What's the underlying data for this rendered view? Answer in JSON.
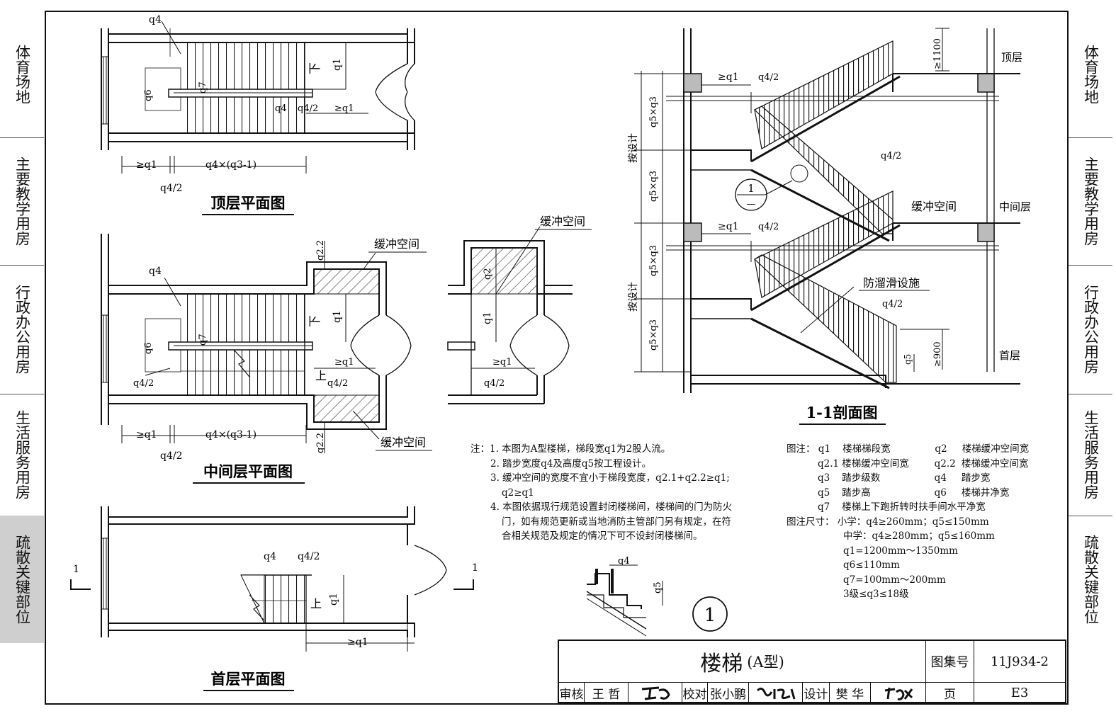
{
  "side_tabs": {
    "left": [
      "体育场地",
      "主要教学用房",
      "行政办公用房",
      "生活服务用房",
      "疏散关键部位"
    ],
    "right": [
      "体育场地",
      "主要教学用房",
      "行政办公用房",
      "生活服务用房",
      "疏散关键部位"
    ],
    "active_index": 4
  },
  "plan_top": {
    "title": "顶层平面图",
    "labels": {
      "q4": "q4",
      "q6": "q6",
      "q7": "q7",
      "down": "下",
      "q1": "q1",
      "q4b": "q4",
      "q4half": "q4/2",
      "ge_q1": "≥q1",
      "dim_ge_q1": "≥q1",
      "dim_run": "q4×(q3-1)",
      "dim_q4half": "q4/2"
    }
  },
  "plan_mid": {
    "title": "中间层平面图",
    "labels": {
      "q4": "q4",
      "q6": "q6",
      "q7": "q7",
      "down": "下",
      "up": "上",
      "q1": "q1",
      "ge_q1": "≥q1",
      "q4half_a": "q4/2",
      "q4half_b": "q4/2",
      "q22_top": "q2.2",
      "q22_bot": "q2.2",
      "buffer_top": "缓冲空间",
      "buffer_bot": "缓冲空间",
      "dim_ge_q1": "≥q1",
      "dim_run": "q4×(q3-1)",
      "dim_q4half": "q4/2"
    }
  },
  "plan_alt": {
    "labels": {
      "buffer": "缓冲空间",
      "q2": "q2",
      "q1": "q1",
      "ge_q1": "≥q1",
      "q4half": "q4/2"
    }
  },
  "plan_ground": {
    "title": "首层平面图",
    "labels": {
      "q4": "q4",
      "q4half": "q4/2",
      "up": "上",
      "q1": "q1",
      "ge_q1": "≥q1",
      "cut_left": "1",
      "cut_right": "1"
    }
  },
  "section": {
    "title": "1-1剖面图",
    "labels": {
      "ge1100": "≥1100",
      "ge900": "≥900",
      "top": "顶层",
      "mid": "中间层",
      "ground": "首层",
      "buffer": "缓冲空间",
      "antislip": "防溜滑设施",
      "ge_q1_a": "≥q1",
      "ge_q1_b": "≥q1",
      "q4h_a": "q4/2",
      "q4h_b": "q4/2",
      "q4h_c": "q4/2",
      "q4h_d": "q4/2",
      "q5q3_1": "q5×q3",
      "q5q3_2": "q5×q3",
      "q5q3_3": "q5×q3",
      "q5q3_4": "q5×q3",
      "design_a": "按设计",
      "design_b": "按设计",
      "q5": "q5",
      "callout_top": "1",
      "callout_bot": "—"
    }
  },
  "notes": [
    "注：1. 本图为A型楼梯，梯段宽q1为2股人流。",
    "2. 踏步宽度q4及高度q5按工程设计。",
    "3. 缓冲空间的宽度不宜小于梯段宽度，q2.1+q2.2≥q1;",
    "q2≥q1",
    "4. 本图依据现行规范设置封闭楼梯间，楼梯间的门为防火",
    "门，如有规范更新或当地消防主管部门另有规定，在符",
    "合相关规范及规定的情况下可不设封闭楼梯间。"
  ],
  "legend": {
    "title": "图注：",
    "pairs": [
      [
        "q1",
        "楼梯梯段宽",
        "q2",
        "楼梯缓冲空间宽"
      ],
      [
        "q2.1",
        "楼梯缓冲空间宽",
        "q2.2",
        "楼梯缓冲空间宽"
      ],
      [
        "q3",
        "踏步级数",
        "q4",
        "踏步宽"
      ],
      [
        "q5",
        "踏步高",
        "q6",
        "楼梯井净宽"
      ],
      [
        "q7",
        "楼梯上下跑折转时扶手间水平净宽",
        "",
        ""
      ]
    ],
    "size_title": "图注尺寸：",
    "sizes": [
      "小学：q4≥260mm；q5≤150mm",
      "中学：q4≥280mm；q5≤160mm",
      "q1=1200mm～1350mm",
      "q6≤110mm",
      "q7=100mm～200mm",
      "3级≤q3≤18级"
    ]
  },
  "detail": {
    "q4": "q4",
    "q5": "q5",
    "number": "1"
  },
  "title_block": {
    "name": "楼梯",
    "type": "(A型)",
    "atlas_label": "图集号",
    "atlas_no": "11J934-2",
    "review_label": "审核",
    "reviewer": "王 哲",
    "check_label": "校对",
    "checker": "张小鹏",
    "design_label": "设计",
    "designer": "樊 华",
    "page_label": "页",
    "page_no": "E3"
  }
}
